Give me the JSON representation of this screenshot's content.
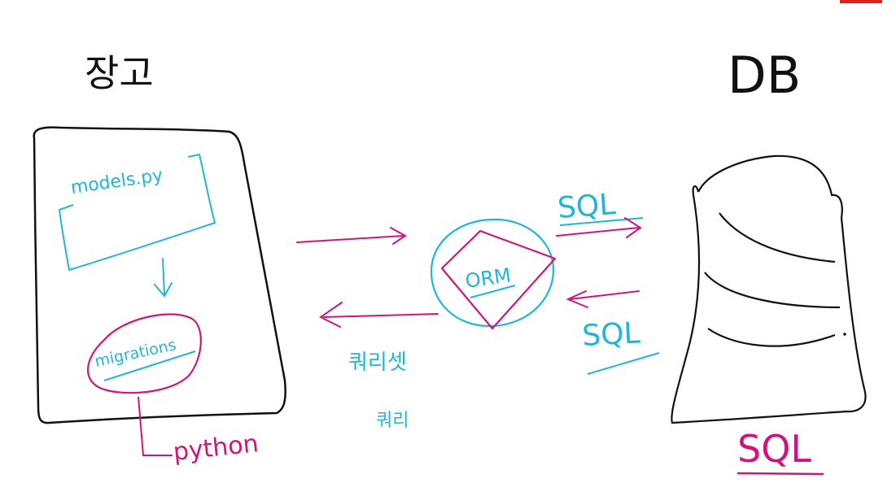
{
  "colors": {
    "ink": "#111111",
    "cyan": "#22b5d6",
    "magenta": "#d0157a",
    "rec": "#e02020"
  },
  "labels": {
    "django": "장고",
    "db": "DB",
    "models": "models.py",
    "migrations": "migrations",
    "python": "python",
    "orm": "ORM",
    "sql_top": "SQL",
    "sql_mid": "SQL",
    "sql_bottom": "SQL",
    "queryset": "쿼리셋",
    "query": "쿼리"
  }
}
